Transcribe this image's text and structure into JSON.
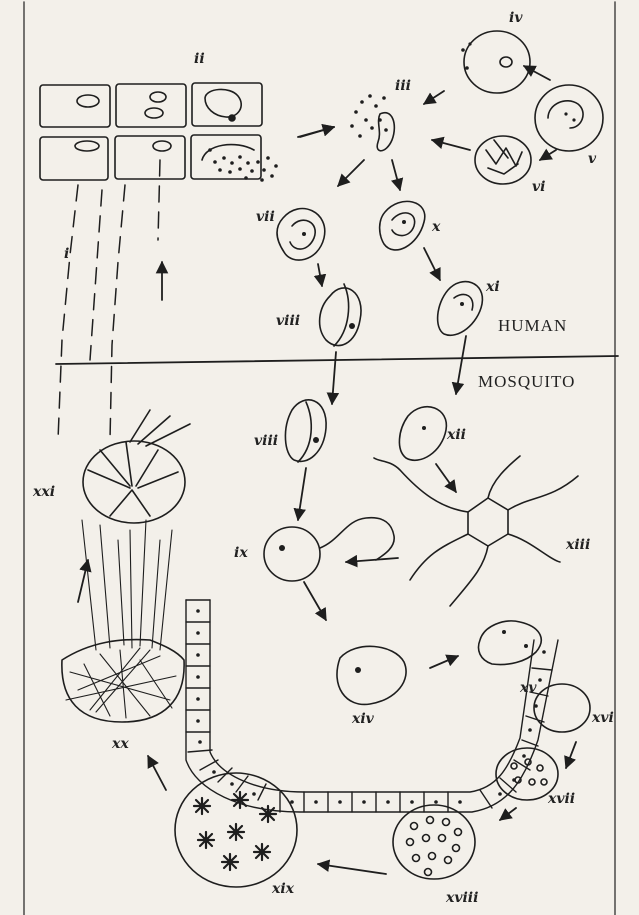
{
  "diagram": {
    "regions": {
      "human": "HUMAN",
      "mosquito": "MOSQUITO"
    },
    "stage_labels": {
      "i": "i",
      "ii": "ii",
      "iii": "iii",
      "iv": "iv",
      "v": "v",
      "vi": "vi",
      "vii": "vii",
      "viii_a": "viii",
      "viii_b": "viii",
      "ix": "ix",
      "x": "x",
      "xi": "xi",
      "xii": "xii",
      "xiii": "xiii",
      "xiv": "xiv",
      "xv": "xv",
      "xvi": "xvi",
      "xvii": "xvii",
      "xviii": "xviii",
      "xix": "xix",
      "xx": "xx",
      "xxi": "xxi"
    },
    "colors": {
      "ink": "#1e1e1e",
      "paper": "#f3f0ea"
    }
  }
}
